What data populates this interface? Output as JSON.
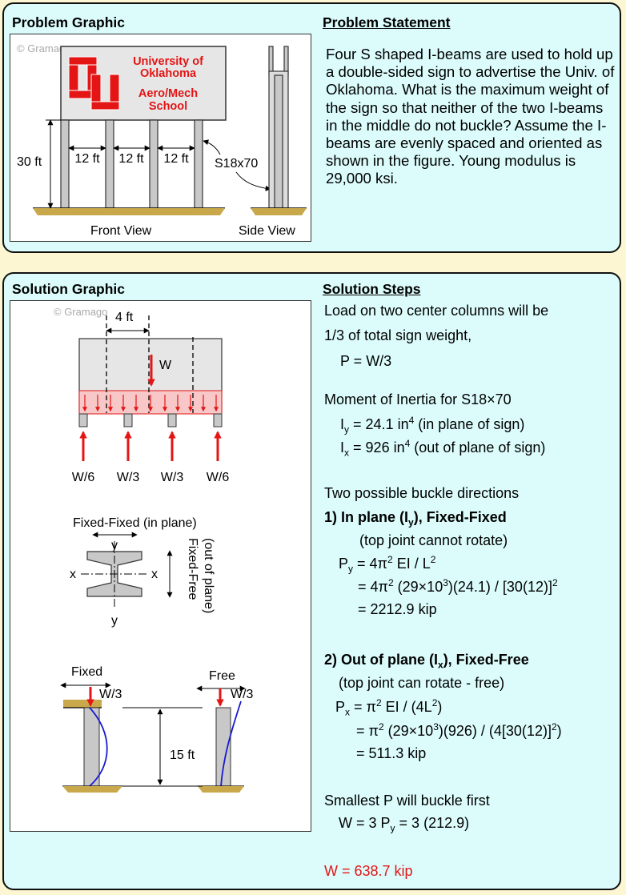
{
  "problem": {
    "graphic_title": "Problem Graphic",
    "statement_title": "Problem Statement",
    "statement": "Four S shaped I-beams are used to hold up a double-sided sign to advertise the Univ. of Oklahoma. What is the maximum weight of the sign so that neither of the two I-beams in the middle do not buckle? Assume the I-beams are evenly spaced and oriented as shown in the figure. Young modulus is 29,000 ksi.",
    "figure": {
      "watermark": "© Gramago",
      "sign_line1": "University of",
      "sign_line2": "Oklahoma",
      "sign_line3": "Aero/Mech",
      "sign_line4": "School",
      "height_label": "30 ft",
      "spacing1": "12 ft",
      "spacing2": "12 ft",
      "spacing3": "12 ft",
      "beam_label": "S18x70",
      "front_view": "Front View",
      "side_view": "Side View"
    }
  },
  "solution": {
    "graphic_title": "Solution Graphic",
    "steps_title": "Solution Steps",
    "figure": {
      "watermark": "© Gramago",
      "spacing_label": "4 ft",
      "load_label": "W",
      "reaction1": "W/6",
      "reaction2": "W/3",
      "reaction3": "W/3",
      "reaction4": "W/6",
      "fixed_fixed": "Fixed-Fixed (in plane)",
      "fixed_free_1": "Fixed-Free",
      "fixed_free_2": "(out of plane)",
      "axis_y_top": "y",
      "axis_y_bottom": "y",
      "axis_x_left": "x",
      "axis_x_right": "x",
      "fixed_label": "Fixed",
      "free_label": "Free",
      "w3_left": "W/3",
      "w3_right": "W/3",
      "length_label": "15 ft"
    },
    "steps": {
      "load1": "Load on two center columns will be",
      "load2": "1/3 of total sign weight,",
      "load3": "P = W/3",
      "inertia_title": "Moment of Inertia for S18×70",
      "iy_value": "= 24.1 in",
      "iy_note": "(in plane of sign)",
      "ix_value": "= 926 in",
      "ix_note": "(out of plane of sign)",
      "possible": "Two possible buckle directions",
      "case1_a": "1) In plane (I",
      "case1_b": "), Fixed-Fixed",
      "case1_note": "(top joint cannot rotate)",
      "py_eq1": "= 4π",
      "py_eq1b": "EI / L",
      "py_eq2": "= 4π",
      "py_eq2b": "(29×10",
      "py_eq2c": ")(24.1) / [30(12)]",
      "py_eq3": "= 2212.9 kip",
      "case2_a": "2) Out of plane (I",
      "case2_b": "), Fixed-Free",
      "case2_note": "(top joint can rotate - free)",
      "px_eq1": "= π",
      "px_eq1b": "EI / (4L",
      "px_eq1c": ")",
      "px_eq2": "= π",
      "px_eq2b": "(29×10",
      "px_eq2c": ")(926) / (4[30(12)]",
      "px_eq2d": ")",
      "px_eq3": "= 511.3 kip",
      "smallest": "Smallest P will buckle first",
      "w_eq_a": "W = 3 P",
      "w_eq_b": "= 3 (212.9)",
      "answer": "W = 638.7 kip",
      "sym_I": "I",
      "sym_P": "P",
      "sub_y": "y",
      "sub_x": "x",
      "sup_2": "2",
      "sup_3": "3",
      "sup_4": "4"
    }
  },
  "colors": {
    "panel_bg": "#dcfcfc",
    "page_bg": "#fcf6d2",
    "accent_red": "#e41515",
    "ground": "#c8a84b",
    "beam_gray": "#c8c8c8"
  }
}
